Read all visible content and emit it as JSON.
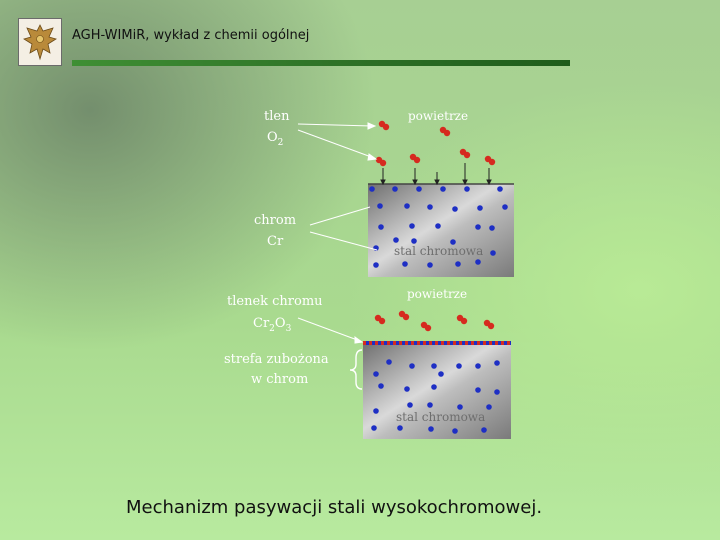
{
  "header": {
    "title": "AGH-WIMiR, wykład z chemii ogólnej"
  },
  "diagram": {
    "label_tlen": "tlen",
    "label_o2_base": "O",
    "label_o2_sub": "2",
    "label_powietrze_top": "powietrze",
    "label_chrom": "chrom",
    "label_cr": "Cr",
    "label_stal_top": "stal chromowa",
    "label_tlenek": "tlenek chromu",
    "label_cr2o3_a": "Cr",
    "label_cr2o3_b": "2",
    "label_cr2o3_c": "O",
    "label_cr2o3_d": "3",
    "label_powietrze_bottom": "powietrze",
    "label_strefa_1": "strefa zubożona",
    "label_strefa_2": "w chrom",
    "label_stal_bottom": "stal chromowa"
  },
  "caption": "Mechanizm pasywacji stali wysokochromowej.",
  "colors": {
    "oxygen": "#d62a1f",
    "chromium": "#1e2fc4",
    "steel": "#9a9a9a",
    "accent_bar": "#2c6e25"
  }
}
